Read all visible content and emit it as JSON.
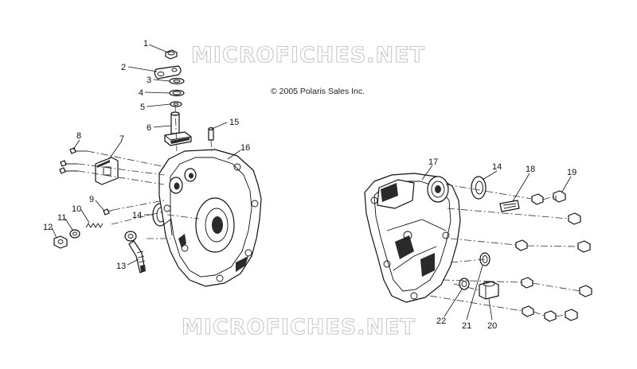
{
  "copyright": "© 2005 Polaris Sales Inc.",
  "watermark_top": "MICROFICHES.NET",
  "watermark_bottom": "MICROFICHES.NET",
  "callouts": {
    "c1": "1",
    "c2": "2",
    "c3": "3",
    "c4": "4",
    "c5": "5",
    "c6": "6",
    "c7": "7",
    "c8": "8",
    "c9": "9",
    "c10": "10",
    "c11": "11",
    "c12": "12",
    "c13": "13",
    "c14a": "14",
    "c14b": "14",
    "c15": "15",
    "c16": "16",
    "c17": "17",
    "c18": "18",
    "c19": "19",
    "c20": "20",
    "c21": "21",
    "c22": "22"
  },
  "colors": {
    "line": "#111111",
    "watermark": "#c9c9c9",
    "background": "#ffffff"
  }
}
